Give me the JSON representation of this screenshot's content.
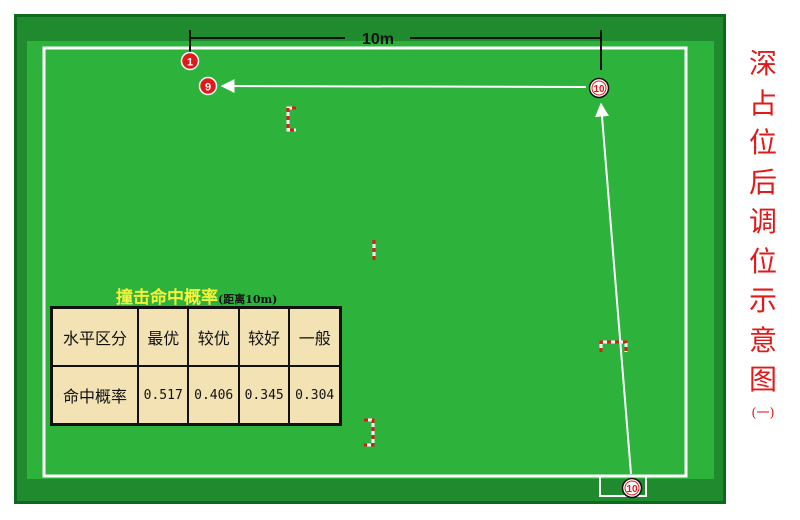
{
  "diagram": {
    "distance_label": "10m",
    "players": {
      "p1": "1",
      "p9": "9",
      "p10_top": "10",
      "p10_bottom": "10"
    },
    "colors": {
      "field_dark": "#1f8a2e",
      "field": "#2db33c",
      "line": "#ffffff",
      "player_red": "#e01a1a",
      "title_red": "#e01a1a",
      "table_title_yellow": "#f5f23c"
    }
  },
  "side_title": {
    "chars": [
      "深",
      "占",
      "位",
      "后",
      "调",
      "位",
      "示",
      "意",
      "图"
    ],
    "suffix": "(一)"
  },
  "table": {
    "title": "撞击命中概率",
    "note": "(距离10m)",
    "header": [
      "水平区分",
      "最优",
      "较优",
      "较好",
      "一般"
    ],
    "row": [
      "命中概率",
      "0.517",
      "0.406",
      "0.345",
      "0.304"
    ]
  }
}
